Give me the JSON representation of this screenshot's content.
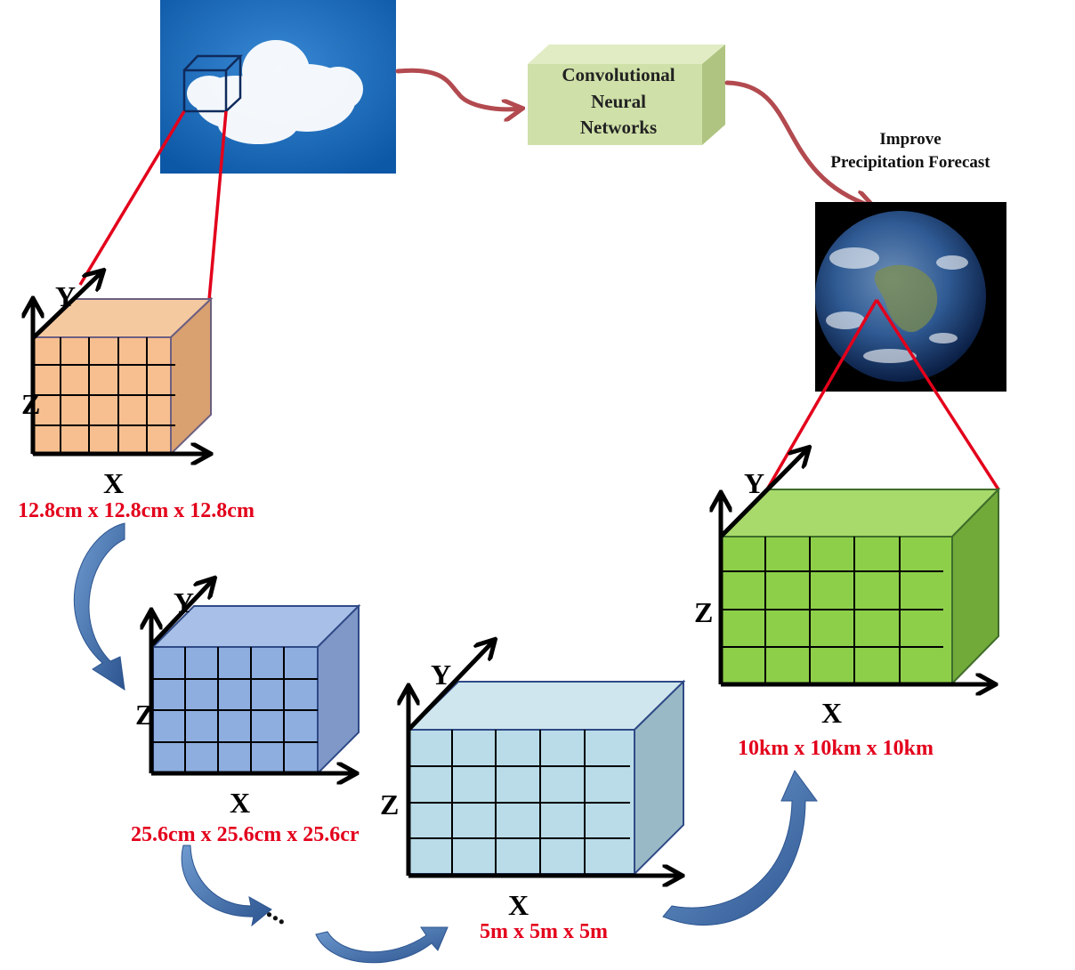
{
  "cnn_box": {
    "line1": "Convolutional",
    "line2": "Neural",
    "line3": "Networks"
  },
  "goal": {
    "line1": "Improve",
    "line2": "Precipitation Forecast"
  },
  "cube_small": {
    "x_label": "X",
    "y_label": "Y",
    "z_label": "Z",
    "dimension": "12.8cm x 12.8cm x 12.8cm"
  },
  "cube_medium": {
    "x_label": "X",
    "y_label": "Y",
    "z_label": "Z",
    "dimension": "25.6cm x 25.6cm x 25.6cr"
  },
  "cube_large": {
    "x_label": "X",
    "y_label": "Y",
    "z_label": "Z",
    "dimension": "5m x 5m x 5m"
  },
  "cube_global": {
    "x_label": "X",
    "y_label": "Y",
    "z_label": "Z",
    "dimension": "10km x 10km x 10km"
  },
  "ellipsis": "...",
  "colors": {
    "cube_orange_front": "#f7bf8f",
    "cube_orange_side": "#d9a070",
    "cube_blue_front": "#8eaee0",
    "cube_lightblue_front": "#b9dce8",
    "cube_green_front": "#8ecf4a",
    "cnn_box": "#cfe0a8",
    "dimension_text": "#e3001b",
    "connector_red": "#e3001b",
    "flow_arrow_blue": "#3e6aa3",
    "flow_arrow_maroon": "#b24a4f",
    "sky": "#1667b5"
  }
}
